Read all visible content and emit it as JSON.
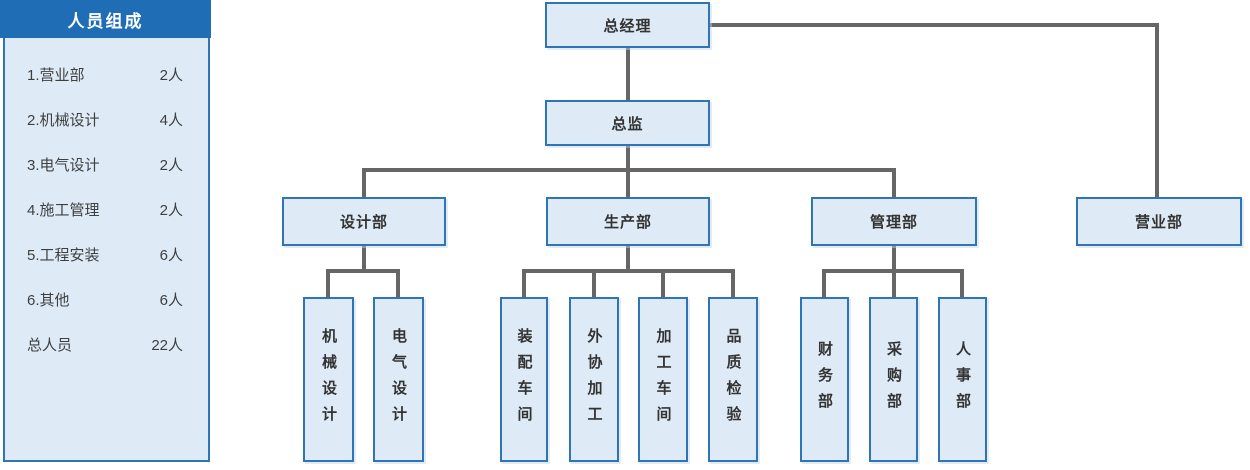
{
  "colors": {
    "header_blue": "#1F6EB5",
    "panel_fill": "#DEEBF7",
    "box_fill": "#DEEBF7",
    "box_border": "#2E75B6",
    "connector_gray": "#666666"
  },
  "sidebar": {
    "title": "人员组成",
    "items": [
      {
        "label": "1.营业部",
        "count": "2人"
      },
      {
        "label": "2.机械设计",
        "count": "4人"
      },
      {
        "label": "3.电气设计",
        "count": "2人"
      },
      {
        "label": "4.施工管理",
        "count": "2人"
      },
      {
        "label": "5.工程安装",
        "count": "6人"
      },
      {
        "label": "6.其他",
        "count": "6人"
      },
      {
        "label": "总人员",
        "count": "22人"
      }
    ]
  },
  "org": {
    "ceo": "总经理",
    "director": "总监",
    "departments": {
      "design": "设计部",
      "production": "生产部",
      "management": "管理部",
      "sales": "营业部"
    },
    "teams": {
      "mechanical_design": "机械设计",
      "electrical_design": "电气设计",
      "assembly_shop": "装配车间",
      "outsourcing": "外协加工",
      "machining_shop": "加工车间",
      "quality_inspection": "品质检验",
      "finance": "财务部",
      "purchasing": "采购部",
      "hr": "人事部"
    }
  }
}
